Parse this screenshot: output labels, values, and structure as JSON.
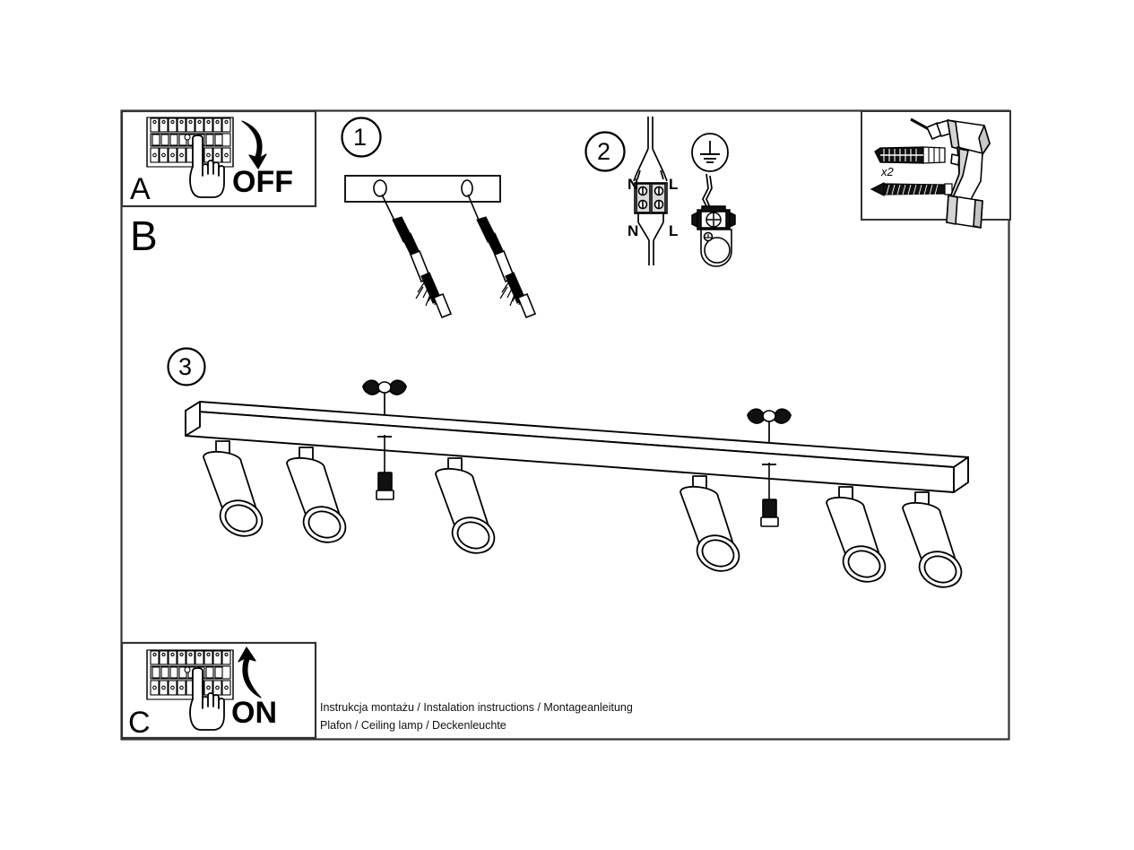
{
  "document": {
    "type": "assembly-instructions",
    "product_line_1": "Instrukcja montażu / Instalation instructions / Montageanleitung",
    "product_line_2": "Plafon / Ceiling lamp / Deckenleuchte"
  },
  "panels": {
    "power_off": {
      "label": "A",
      "action_text": "OFF",
      "icon": "circuit-breaker-panel-icon",
      "hand_icon": "hand-pointing-icon",
      "arrow_icon": "arrow-down-curved-icon"
    },
    "section_b": {
      "label": "B"
    },
    "power_on": {
      "label": "C",
      "action_text": "ON",
      "icon": "circuit-breaker-panel-icon",
      "hand_icon": "hand-pointing-icon",
      "arrow_icon": "arrow-up-curved-icon"
    },
    "tools": {
      "wall_plug_icon": "wall-plug-anchor-icon",
      "screw_icon": "screw-icon",
      "drill_icon": "power-drill-icon",
      "quantity": "x2"
    }
  },
  "steps": [
    {
      "number": "1",
      "name": "mount-bracket",
      "icon": "mounting-bracket-with-screws-icon"
    },
    {
      "number": "2",
      "name": "wire-connection",
      "icon": "terminal-block-icon",
      "earth_icon": "earth-ground-icon",
      "terminal_top_left": "N",
      "terminal_top_right": "L",
      "terminal_bottom_left": "N",
      "terminal_bottom_right": "L"
    },
    {
      "number": "3",
      "name": "attach-lamp",
      "icon": "ceiling-lamp-six-spot-icon",
      "spot_count": 6,
      "wing_nut_icon": "wing-nut-icon",
      "cap_icon": "decorative-cap-icon"
    }
  ],
  "colors": {
    "stroke": "#000000",
    "fill_white": "#ffffff",
    "fill_black": "#000000",
    "frame": "#333333",
    "text": "#111111"
  }
}
